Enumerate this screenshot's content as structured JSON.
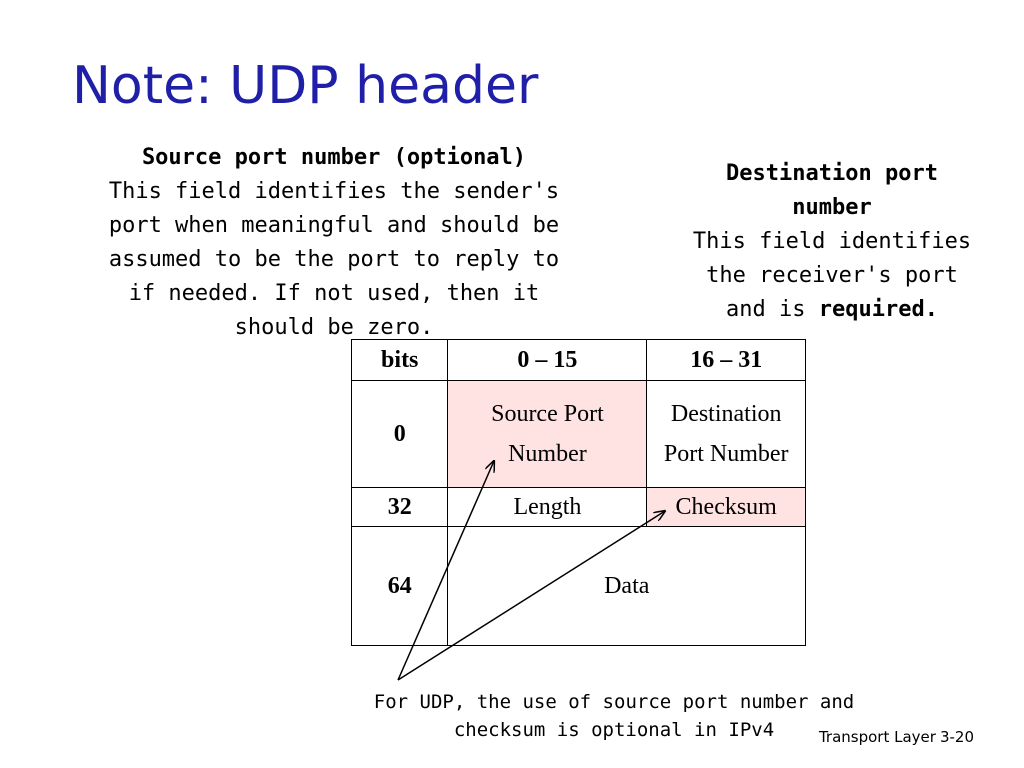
{
  "slide": {
    "title": "Note: UDP header",
    "source_field": {
      "heading": "Source port number (optional)",
      "text": "This field identifies the sender's port when meaningful and should be assumed to be the port to reply to if needed. If not used, then it should be zero."
    },
    "destination_field": {
      "heading": "Destination port number",
      "text_prefix": "This field identifies the receiver's port and is ",
      "text_emphasis": "required."
    },
    "table": {
      "headers": [
        "bits",
        "0 – 15",
        "16 – 31"
      ],
      "rows": [
        {
          "label": "0",
          "cells": [
            "Source Port\nNumber",
            "Destination\nPort Number"
          ]
        },
        {
          "label": "32",
          "cells": [
            "Length",
            "Checksum"
          ]
        },
        {
          "label": "64",
          "cells": [
            "Data"
          ]
        }
      ]
    },
    "note": "For UDP, the use of source port number and checksum is optional in IPv4",
    "footer": {
      "section": "Transport Layer",
      "page": "3-20"
    },
    "colors": {
      "title": "#1f1fa8",
      "highlight": "#ffe2e2"
    }
  }
}
